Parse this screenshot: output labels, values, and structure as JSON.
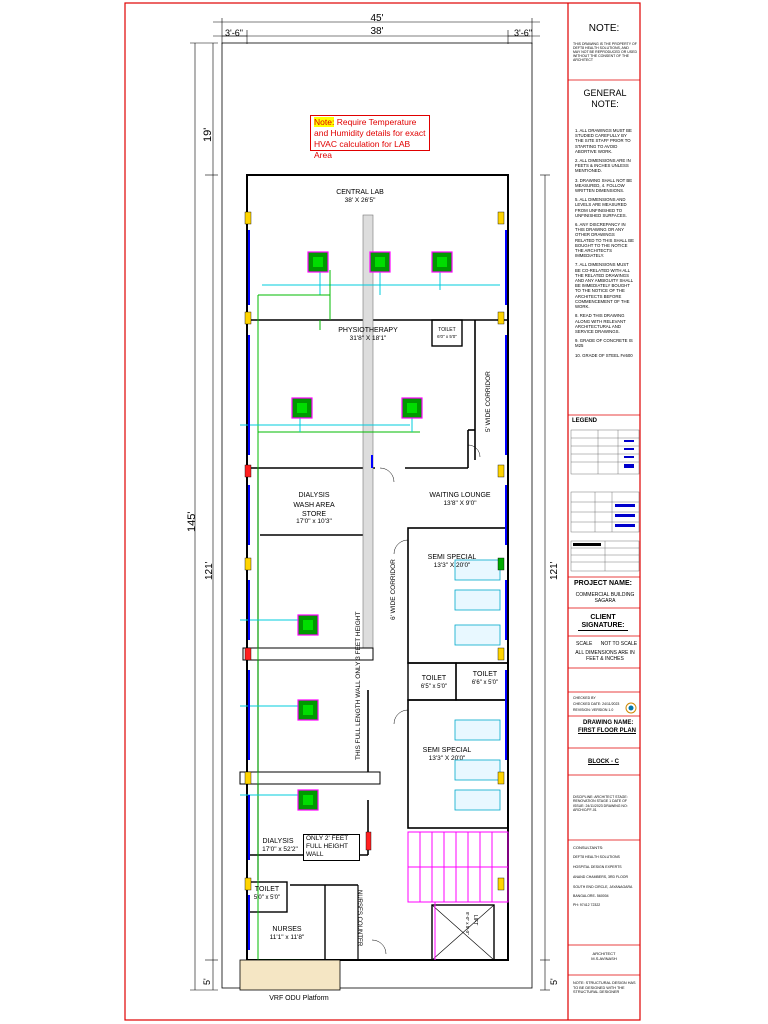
{
  "dimensions": {
    "overall_width": "45'",
    "inner_width": "38'",
    "left_offset": "3'-6\"",
    "right_offset": "3'-6\"",
    "top_setback": "19'",
    "total_length": "145'",
    "left_built": "121'",
    "right_built": "121'",
    "bottom_left": "5'",
    "bottom_right": "5'"
  },
  "note_box": {
    "label": "Note:",
    "text": "Require Temperature and Humidity details for exact HVAC calculation for LAB Area"
  },
  "rooms": {
    "central_lab": {
      "name": "CENTRAL LAB",
      "size": "38' X 26'5\""
    },
    "physiotherapy": {
      "name": "PHYSIOTHERAPY",
      "size": "31'8\" X 18'1\""
    },
    "toilet_top": {
      "name": "TOILET",
      "size": "6'0\" x 5'0\""
    },
    "corridor_right": {
      "name": "5' WIDE CORRIDOR"
    },
    "dialysis_store": {
      "name": "DIALYSIS",
      "line2": "WASH AREA",
      "line3": "STORE",
      "size": "17'0\" x 10'3\""
    },
    "waiting_lounge": {
      "name": "WAITING LOUNGE",
      "size": "13'8\" X 9'0\""
    },
    "semi_special_1": {
      "name": "SEMI SPECIAL",
      "size": "13'3\" X 20'0\""
    },
    "corridor_mid": {
      "name": "6' WIDE CORRIDOR"
    },
    "wall_note": {
      "text": "THIS FULL LENGTH WALL ONLY 3 FEET HEIGHT"
    },
    "toilet_a": {
      "name": "TOILET",
      "size": "6'5\" x 5'0\""
    },
    "toilet_b": {
      "name": "TOILET",
      "size": "6'6\" x 5'0\""
    },
    "semi_special_2": {
      "name": "SEMI SPECIAL",
      "size": "13'3\" X 20'0\""
    },
    "dialysis": {
      "name": "DIALYSIS",
      "size": "17'0\" x 52'2\""
    },
    "partial_wall": {
      "line1": "ONLY 2' FEET",
      "line2": "FULL HEIGHT",
      "line3": "WALL"
    },
    "toilet_bottom": {
      "name": "TOILET",
      "size": "5'0\" x 5'0\""
    },
    "nurses": {
      "name": "NURSES",
      "size": "11'1\" x 11'8\""
    },
    "nurses_counter": {
      "name": "NURSES COUNTER"
    },
    "lift": {
      "name": "LIFT",
      "size": "8'-0\" x 5'-0\""
    },
    "vrf": {
      "name": "VRF ODU Platform"
    }
  },
  "title_block": {
    "note_heading": "NOTE:",
    "note_small": "THIS DRAWING IS THE PROPERTY OF DEFT8 HEALTH SOLUTIONS, AND MAY NOT BE REPRODUCED OR USED WITHOUT THE CONSENT OF THE ARCHITECT",
    "general_note_heading": "GENERAL NOTE:",
    "general_notes": [
      "1. ALL DRAWINGS MUST BE STUDIED CAREFULLY BY THE SITE STAFF PRIOR TO STARTING TO AVOID ABORTIVE WORK.",
      "2. ALL DIMENSIONS ARE IN FEETS & INCHES UNLESS MENTIONED.",
      "3. DRAWING SHALL NOT BE MEASURED, 4. FOLLOW WRITTEN DIMENSIONS.",
      "5. ALL DIMENSIONS AND LEVELS ARE MEASURED FROM UNFINISHED TO UNFINISHED SURFACES.",
      "6. ANY DISCREPANCY IN THIS DRAWING OR ANY OTHER DRAWINGS RELATED TO THIS SHALL BE BOUGHT TO THE NOTICE THE ARCHITECTS IMMEDIATELY.",
      "7. ALL DIMENSIONS MUST BE CO-RELATED WITH ALL THE RELATED DRAWINGS AND ANY AMBIGUITY SHALL BE IMMEDIATELY BOUGHT TO THE NOTICE OF THE ARCHITECTS BEFORE COMMENCEMENT OF THE WORK.",
      "8. READ THIS DRAWING ALONG WITH RELEVANT ARCHITECTURAL AND SERVICE DRAWINGS.",
      "9. GRADE OF CONCRETE IS M25",
      "10. GRADE OF STEEL Fe500"
    ],
    "legend_heading": "LEGEND",
    "project_name_heading": "PROJECT NAME:",
    "project_name": "COMMERCIAL BUILDING SAGARA",
    "client_signature_heading": "CLIENT SIGNATURE:",
    "scale": "SCALE      NOT TO SCALE",
    "units": "ALL DIMENSIONS ARE IN FEET & INCHES",
    "checked_by": "CHECKED BY",
    "checked_date": "CHECKED DATE: 24/11/2023",
    "revision": "REVISION: VERSION 1.0",
    "drawing_name_heading": "DRAWING NAME:",
    "drawing_name": "FIRST FLOOR PLAN",
    "block": "BLOCK - C",
    "discipline": "DISCIPLINE: ARCHITECT STAGE: RENOVATION STAGE 1 DATE OF ISSUE: 24/11/2023 DRAWING NO: ARCH/C/FF-01",
    "consultants_heading": "CONSULTANTS:",
    "consultants": [
      "DEFT8 HEALTH SOLUTIONS",
      "HOSPITAL DESIGN EXPERTS",
      "ANAND CHAMBERS, 3RD FLOOR",
      "SOUTH END CIRCLE, JAYANAGARA",
      "BANGALORE- 560004",
      "PH: 97412 72322"
    ],
    "architect_label": "ARCHITECT",
    "architect_name": "M.S.AVINASH",
    "bottom_note": "NOTE: STRUCTURAL DESIGN HAS TO BE DESIGNED WITH THE STRUCTURAL DESIGNER"
  },
  "colors": {
    "border": "#e00000",
    "wall": "#000000",
    "hvac_unit": "#009900",
    "duct_green": "#00bb00",
    "duct_cyan": "#00ccdd",
    "column": "#ffd400",
    "window": "#0000ff",
    "staircase": "#ff00ff"
  }
}
